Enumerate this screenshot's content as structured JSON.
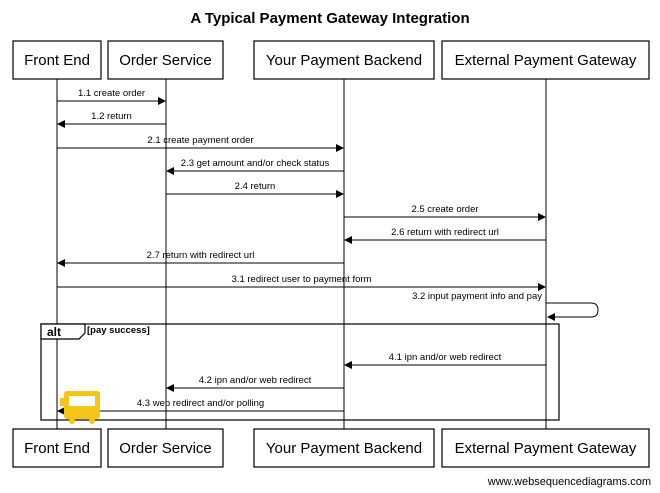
{
  "title": "A Typical Payment Gateway Integration",
  "actors": [
    {
      "id": "fe",
      "label": "Front End"
    },
    {
      "id": "os",
      "label": "Order Service"
    },
    {
      "id": "pb",
      "label": "Your Payment Backend"
    },
    {
      "id": "pg",
      "label": "External Payment Gateway"
    }
  ],
  "messages": [
    {
      "from": "fe",
      "to": "os",
      "label": "1.1 create order"
    },
    {
      "from": "os",
      "to": "fe",
      "label": "1.2 return"
    },
    {
      "from": "fe",
      "to": "pb",
      "label": "2.1 create payment order"
    },
    {
      "from": "pb",
      "to": "os",
      "label": "2.3 get amount and/or check status"
    },
    {
      "from": "os",
      "to": "pb",
      "label": "2.4 return"
    },
    {
      "from": "pb",
      "to": "pg",
      "label": "2.5 create order"
    },
    {
      "from": "pg",
      "to": "pb",
      "label": "2.6 return with redirect url"
    },
    {
      "from": "pb",
      "to": "fe",
      "label": "2.7 return with redirect url"
    },
    {
      "from": "fe",
      "to": "pg",
      "label": "3.1 redirect user to payment form"
    },
    {
      "from": "pg",
      "to": "pg",
      "label": "3.2 input payment info and pay"
    },
    {
      "from": "pg",
      "to": "pb",
      "label": "4.1 ipn and/or web redirect"
    },
    {
      "from": "pb",
      "to": "os",
      "label": "4.2 ipn and/or web redirect"
    },
    {
      "from": "pb",
      "to": "fe",
      "label": "4.3 web redirect and/or polling"
    }
  ],
  "alt_fragment": {
    "keyword": "alt",
    "condition": "[pay success]"
  },
  "footer": "www.websequencediagrams.com"
}
